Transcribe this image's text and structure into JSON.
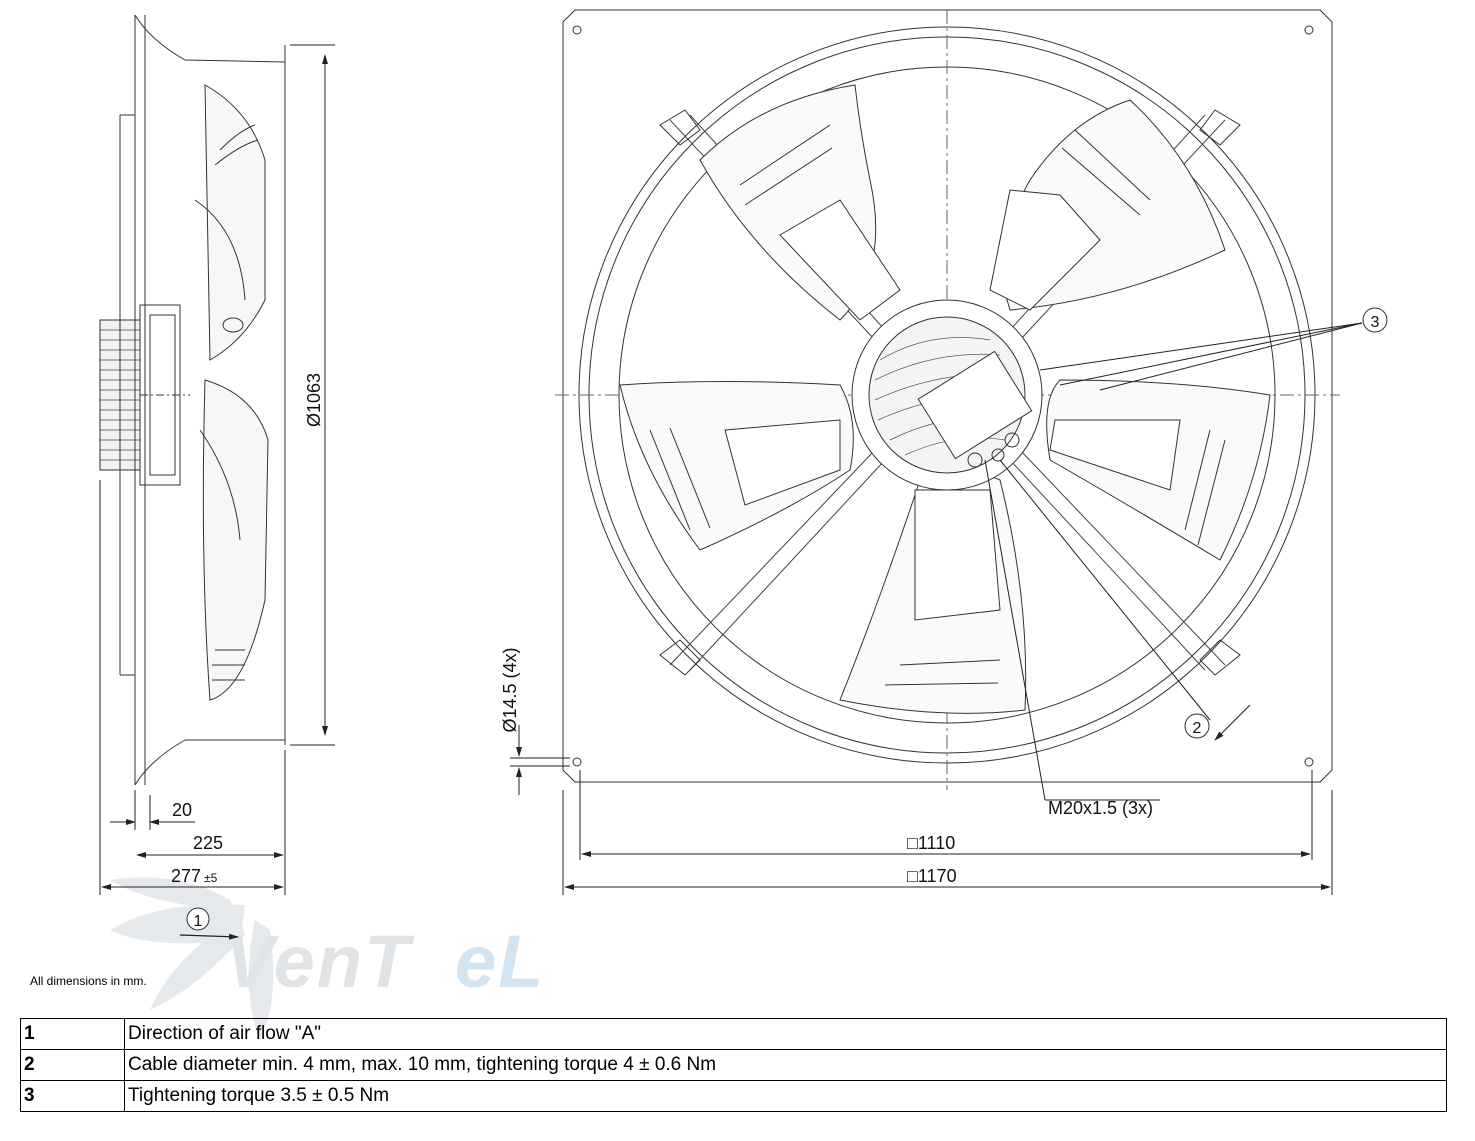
{
  "side_view": {
    "diameter_label": "Ø1063",
    "dim_20": "20",
    "dim_225": "225",
    "dim_277": "277",
    "dim_277_tol": "±5"
  },
  "front_view": {
    "hole_label": "Ø14.5 (4x)",
    "cable_gland_label": "M20x1.5 (3x)",
    "dim_1110": "□1110",
    "dim_1170": "□1170",
    "callout_2": "2",
    "callout_3": "3"
  },
  "airflow_callout": "1",
  "watermark": "Ventel",
  "note": "All dimensions in mm.",
  "legend": [
    {
      "num": "1",
      "text": "Direction of air flow \"A\""
    },
    {
      "num": "2",
      "text": "Cable diameter min. 4 mm, max. 10 mm, tightening torque 4 ± 0.6 Nm"
    },
    {
      "num": "3",
      "text": "Tightening torque 3.5 ± 0.5 Nm"
    }
  ]
}
